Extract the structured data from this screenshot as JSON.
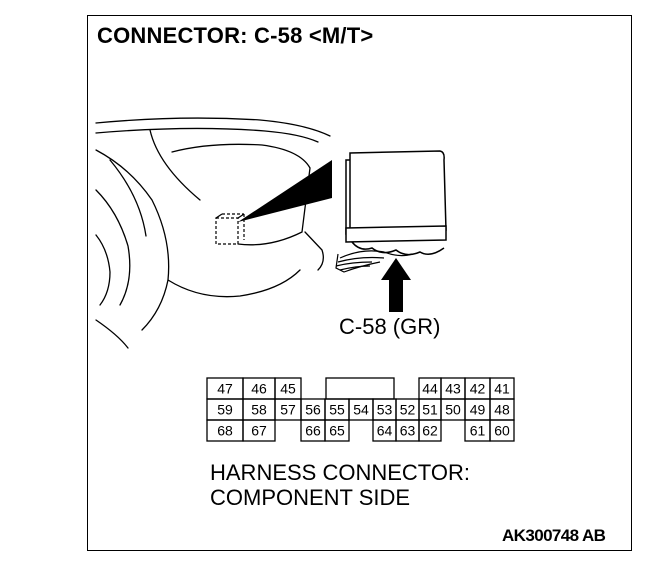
{
  "title": "CONNECTOR: C-58 <M/T>",
  "connector_label": "C-58 (GR)",
  "caption": {
    "line1": "HARNESS CONNECTOR:",
    "line2": "COMPONENT SIDE"
  },
  "figure_id": "AK300748 AB",
  "pins": {
    "row1": [
      "47",
      "46",
      "45",
      "",
      "",
      "",
      "",
      "",
      "44",
      "43",
      "42",
      "41"
    ],
    "row2": [
      "59",
      "58",
      "57",
      "56",
      "55",
      "54",
      "53",
      "52",
      "51",
      "50",
      "49",
      "48"
    ],
    "row3": [
      "68",
      "67",
      "",
      "66",
      "65",
      "",
      "64",
      "63",
      "62",
      "",
      "61",
      "60"
    ]
  }
}
